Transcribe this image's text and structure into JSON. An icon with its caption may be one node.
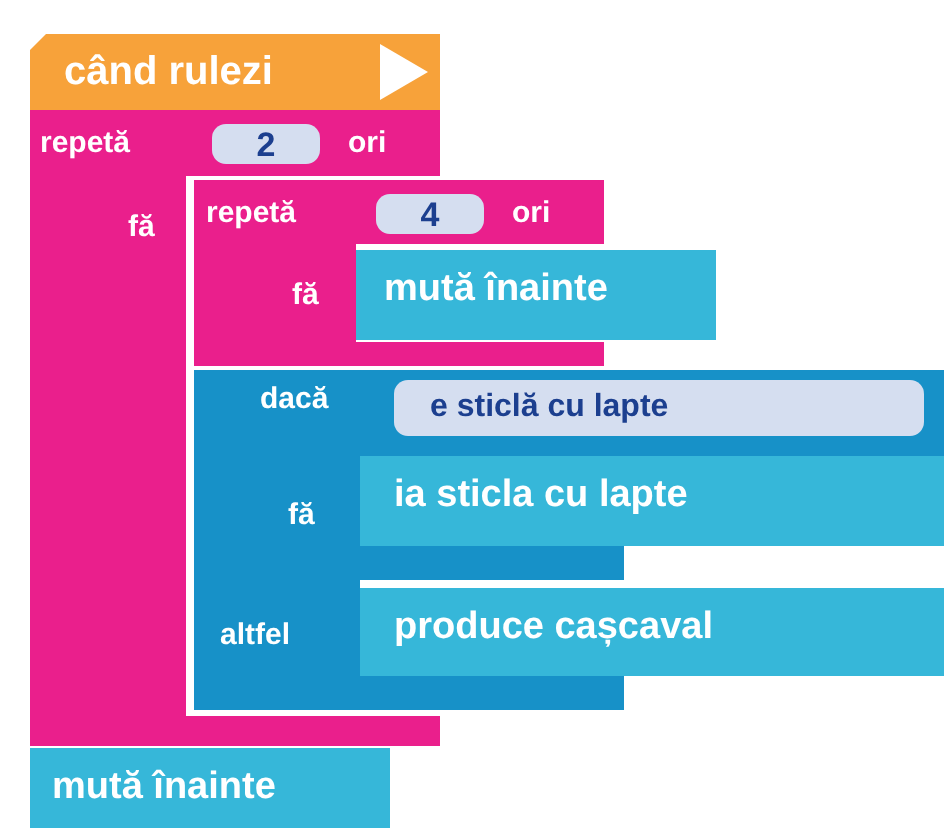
{
  "diagram": {
    "nodes": [
      {
        "text": [
          "când rulezi"
        ]
      },
      {
        "text": [
          "repetă",
          "ori",
          "fă"
        ]
      },
      {
        "text": [
          "2"
        ],
        "in": 1
      },
      {
        "text": [
          "repetă",
          "ori",
          "fă"
        ]
      },
      {
        "text": [
          "4"
        ],
        "in": 3
      },
      {
        "text": [
          "mută înainte"
        ]
      },
      {
        "text": [
          "dacă",
          "fă",
          "altfel"
        ]
      },
      {
        "text": [
          "e sticlă cu lapte"
        ],
        "in": 6
      },
      {
        "text": [
          "ia sticla cu lapte"
        ],
        "in": 6
      },
      {
        "text": [
          "produce cașcaval"
        ],
        "in": 6
      },
      {
        "text": [
          "mută înainte"
        ]
      }
    ]
  }
}
